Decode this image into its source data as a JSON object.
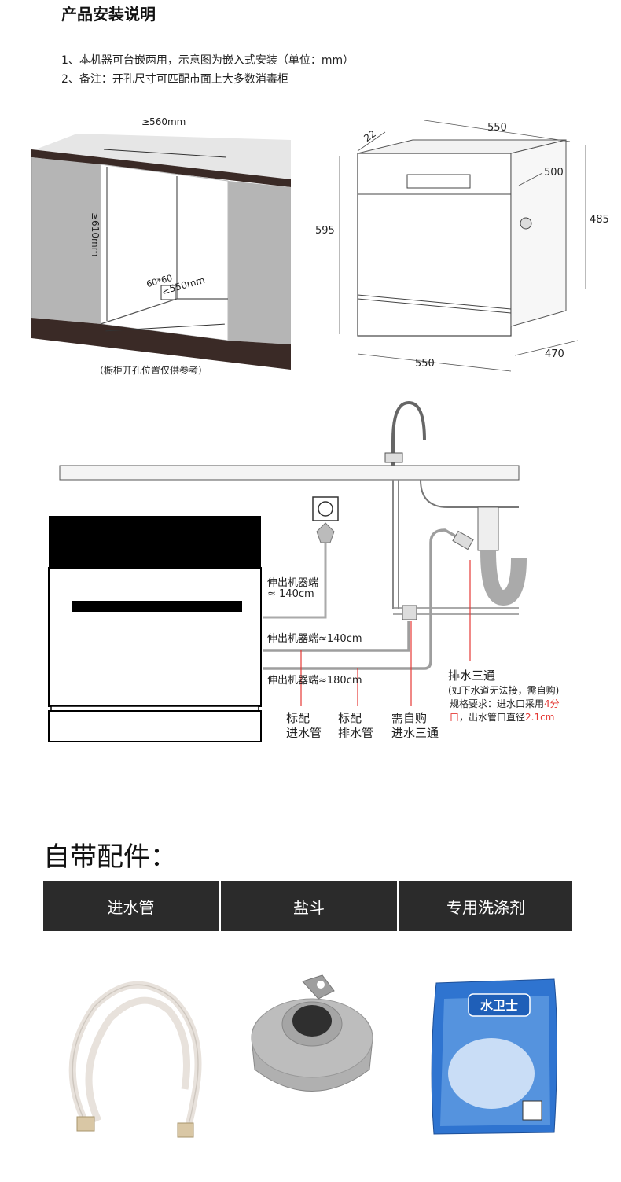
{
  "header": {
    "title": "产品安装说明",
    "note1": "1、本机器可台嵌两用，示意图为嵌入式安装（单位：mm）",
    "note2": "2、备注：开孔尺寸可匹配市面上大多数消毒柜"
  },
  "cabinet_diagram": {
    "width_label": "≥560mm",
    "height_label": "≥610mm",
    "hole_label": "60*60",
    "depth_label": "≥550mm",
    "caption": "（橱柜开孔位置仅供参考）"
  },
  "machine_diagram": {
    "top_width": "550",
    "top_depth_small": "22",
    "height": "595",
    "inner_depth": "500",
    "side_height": "485",
    "bottom_width": "550",
    "bottom_depth": "470"
  },
  "plumbing_diagram": {
    "power_label_1": "伸出机器端",
    "power_label_2": "≈ 140cm",
    "inlet_length_label": "伸出机器端≈140cm",
    "drain_length_label": "伸出机器端≈180cm",
    "drain_tee_title": "排水三通",
    "drain_tee_note": "(如下水道无法接，需自购)",
    "drain_spec_line1_a": "规格要求：进水口采用",
    "drain_spec_line1_b": "4分",
    "drain_spec_line2_a": "口",
    "drain_spec_line2_b": "，出水管口直径",
    "drain_spec_line2_c": "2.1cm",
    "label_inlet_1": "标配",
    "label_inlet_2": "进水管",
    "label_drain_1": "标配",
    "label_drain_2": "排水管",
    "label_tee_1": "需自购",
    "label_tee_2": "进水三通"
  },
  "accessories": {
    "title": "自带配件：",
    "tabs": [
      "进水管",
      "盐斗",
      "专用洗涤剂"
    ],
    "detergent_brand": "水卫士"
  },
  "colors": {
    "tab_bg": "#2b2b2b",
    "accent_red": "#e53935",
    "pipe_gray": "#9e9e9e",
    "cabinet_gray": "#b3b3b3",
    "cabinet_dark": "#3a2a26"
  }
}
